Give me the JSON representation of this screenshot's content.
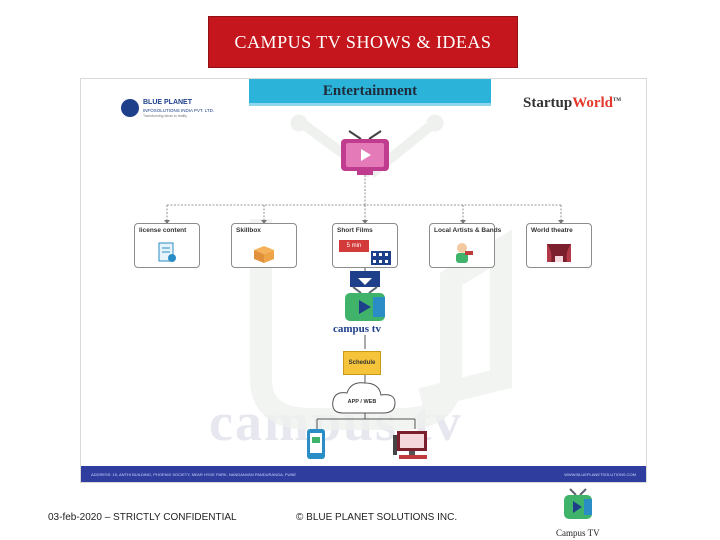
{
  "slide": {
    "title_first_letter": "C",
    "title_rest": "AMPUS TV SHOWS & IDEAS",
    "title_color": "#c4161c"
  },
  "diagram": {
    "header": "Entertainment",
    "header_color": "#2bb3d9",
    "left_logo": {
      "name": "BLUE PLANET",
      "subtitle": "INFOSOLUTIONS INDIA PVT. LTD.",
      "tagline": "Transforming ideas to reality"
    },
    "right_logo": {
      "prefix": "Startup",
      "suffix": "World",
      "mark": "TM"
    },
    "categories": [
      {
        "label": "license content",
        "icon": "document-icon"
      },
      {
        "label": "Skillbox",
        "icon": "box-icon"
      },
      {
        "label": "Short Films",
        "icon": "film-icon"
      },
      {
        "label": "Local Artists & Bands",
        "icon": "artist-icon"
      },
      {
        "label": "World theatre",
        "icon": "theatre-icon"
      }
    ],
    "short_film_badge": "5 min",
    "campus_tv_label": "campus tv",
    "schedule_label": "Schedule",
    "cloud_label": "APP / WEB",
    "watermark": "campus tv",
    "footer_address": "ADDRESS: 15, ANTHI BUILDING, PHOENIX SOCIETY, NEAR HYDE PARK, NANDANVAN PANDURANGA, PUNE",
    "footer_website": "WWW.BLUEPLANETSOLUTIONS.COM"
  },
  "footer": {
    "date_note": "03-feb-2020 – STRICTLY CONFIDENTIAL",
    "copyright": "© BLUE PLANET SOLUTIONS INC.",
    "logo_caption": "Campus TV"
  }
}
